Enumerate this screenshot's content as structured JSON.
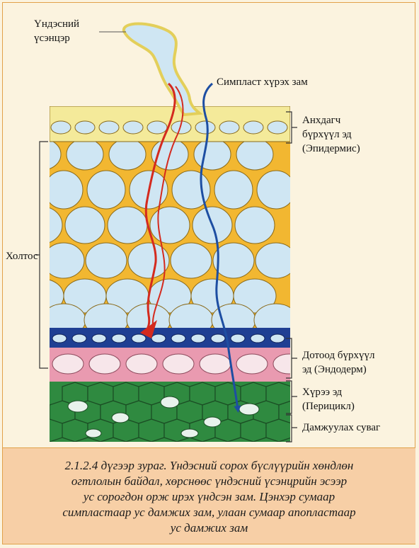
{
  "labels": {
    "root_hair": [
      "Үндэсний",
      "үсэнцэр"
    ],
    "symplast": "Симпласт хүрэх зам",
    "epidermis": [
      "Анхдагч",
      "бүрхүүл эд",
      "(Эпидермис)"
    ],
    "cortex": "Холтос",
    "endodermis": [
      "Дотоод бүрхүүл",
      "эд (Эндодерм)"
    ],
    "pericycle": [
      "Хүрээ эд",
      "(Перицикл)"
    ],
    "vascular": "Дамжуулах суваг"
  },
  "caption": [
    "2.1.2.4 дүгээр зураг. Үндэсний сорох бүслүүрийн хөндлөн",
    "огтлолын байдал, хөрснөөс үндэсний үсэнцрийн эсээр",
    "ус сорогдон орж ирэх үндсэн зам. Цэнхэр сумаар",
    "симпластаар ус дамжих зам, улаан сумаар апопластаар",
    "ус дамжих зам"
  ],
  "colors": {
    "background": "#fbf3df",
    "cell_fill": "#cfe6f3",
    "cortex_wall": "#f2b731",
    "epidermis_wall": "#f4ea9a",
    "endodermis_wall": "#1f3f93",
    "pericycle_wall": "#e99ab0",
    "vascular": "#2f8a40",
    "symplast_arrow": "#1d4ea2",
    "apoplast_arrow": "#d42a1e",
    "caption_bg": "#f7cfa6"
  }
}
